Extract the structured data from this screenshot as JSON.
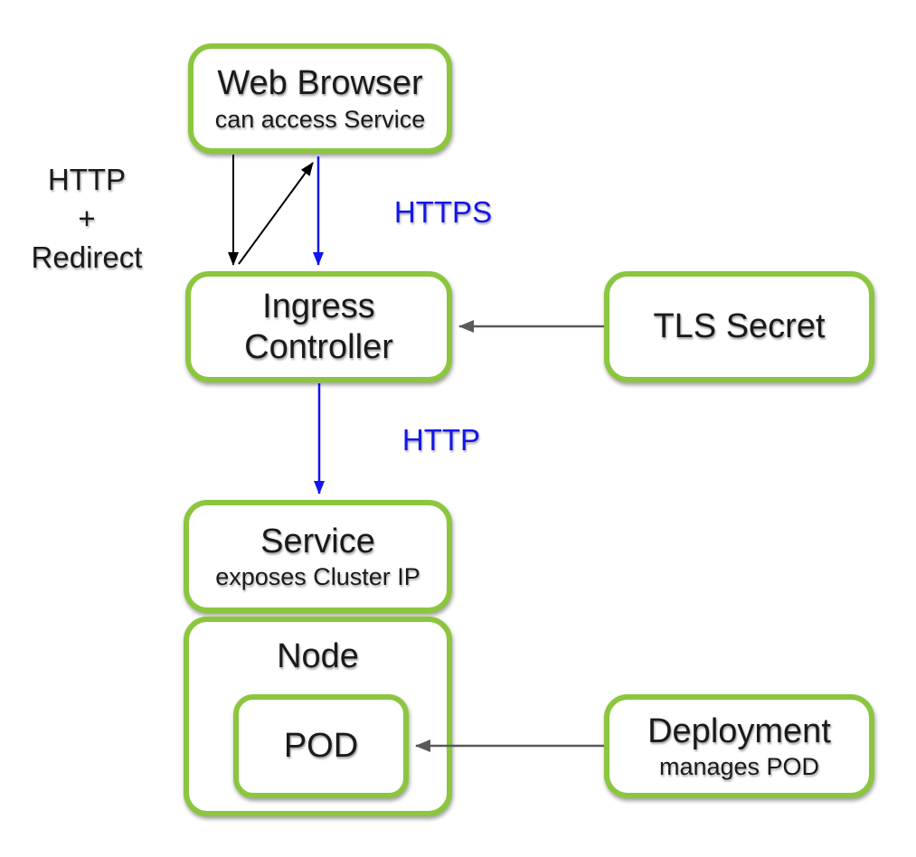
{
  "colors": {
    "box_border_green": "#8CC63F",
    "box_fill": "#FFFFFF",
    "text_black": "#1A1A1A",
    "label_blue": "#1414EE",
    "arrow_black": "#000000",
    "arrow_blue": "#1414EE",
    "arrow_gray": "#595959"
  },
  "boxes": {
    "web_browser": {
      "title": "Web Browser",
      "subtitle": "can access Service"
    },
    "ingress_controller": {
      "title": "Ingress\nController"
    },
    "tls_secret": {
      "title": "TLS Secret"
    },
    "service": {
      "title": "Service",
      "subtitle": "exposes Cluster IP"
    },
    "node": {
      "title": "Node"
    },
    "pod": {
      "title": "POD"
    },
    "deployment": {
      "title": "Deployment",
      "subtitle": "manages POD"
    }
  },
  "edge_labels": {
    "http_redirect": "HTTP\n+\nRedirect",
    "https": "HTTPS",
    "http": "HTTP"
  }
}
